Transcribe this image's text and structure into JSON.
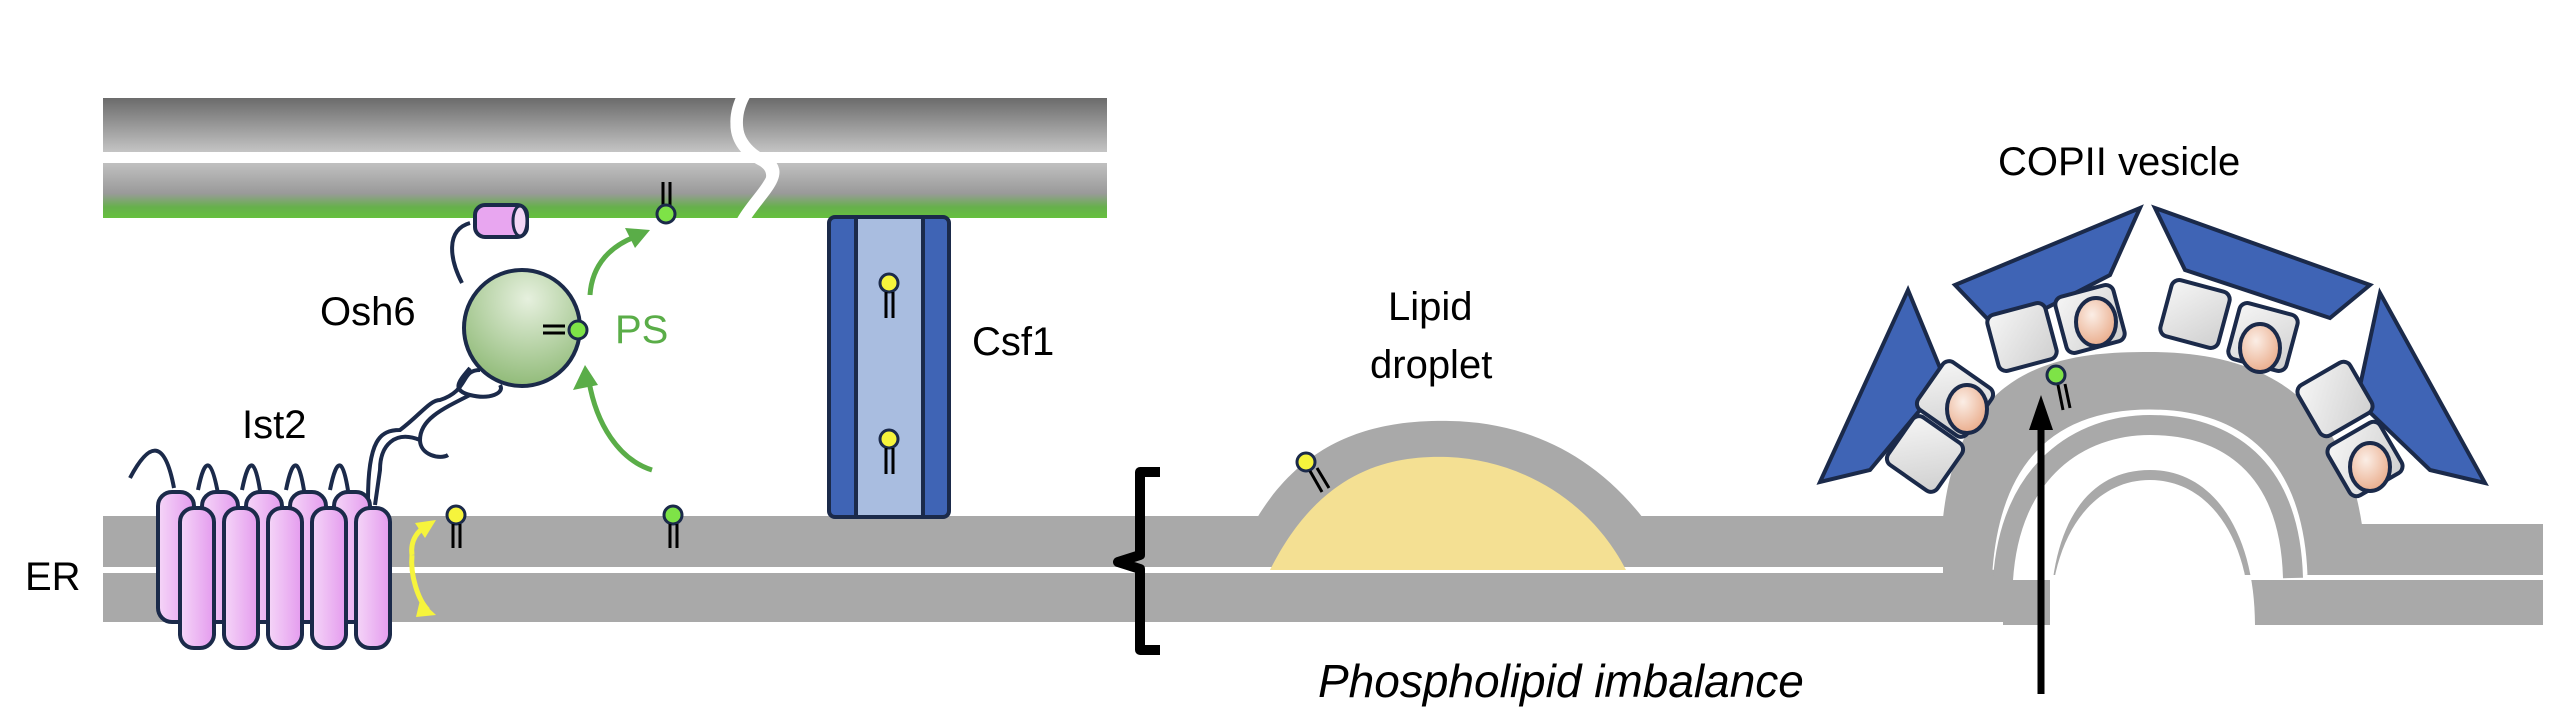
{
  "labels": {
    "osh6": "Osh6",
    "ist2": "Ist2",
    "er": "ER",
    "ps": "PS",
    "csf1": "Csf1",
    "lipid_droplet_line1": "Lipid",
    "lipid_droplet_line2": "droplet",
    "copii_vesicle": "COPII vesicle",
    "phospholipid_imbalance": "Phospholipid imbalance"
  },
  "colors": {
    "membrane_gray": "#a9a9a9",
    "pm_green": "#66c03e",
    "ps_green": "#5aad48",
    "lipid_yellow": "#f4e093",
    "csf1_blue": "#3f64b5",
    "csf1_inner": "#a9bde0",
    "outline_navy": "#1b2a4a",
    "ist2_pink": "#e8a6f0",
    "cargo_peach": "#eeb89a",
    "flip_yellow": "#f6f43c"
  }
}
